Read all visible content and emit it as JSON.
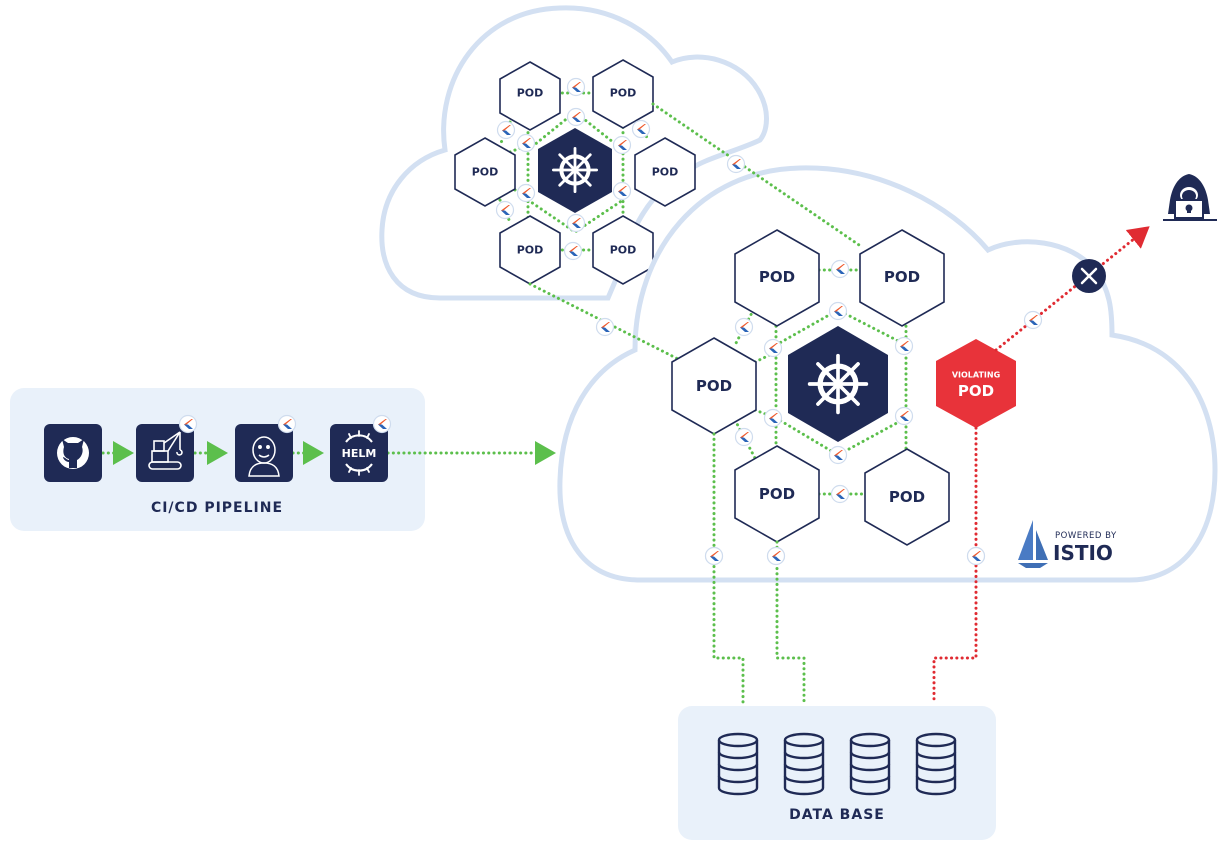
{
  "colors": {
    "navy": "#1f2a55",
    "cloud_outline": "#d3e0f2",
    "panel_bg": "#e9f1fa",
    "allowed_traffic": "#5cbf4c",
    "blocked_traffic": "#e02b32",
    "violating_pod": "#e8333a",
    "istio_blue": "#3f6fb5"
  },
  "pipeline": {
    "title": "CI/CD PIPELINE",
    "stages": [
      {
        "name": "GitHub",
        "icon": "github-icon",
        "has_sidecar_badge": false
      },
      {
        "name": "Build crane",
        "icon": "crane-icon",
        "has_sidecar_badge": true
      },
      {
        "name": "Jenkins",
        "icon": "jenkins-icon",
        "has_sidecar_badge": true
      },
      {
        "name": "Helm",
        "icon": "helm-icon",
        "label": "HELM",
        "has_sidecar_badge": true
      }
    ]
  },
  "clusters": {
    "back": {
      "master_icon": "kubernetes-wheel-icon",
      "pods": [
        "POD",
        "POD",
        "POD",
        "POD",
        "POD",
        "POD"
      ]
    },
    "front": {
      "master_icon": "kubernetes-wheel-icon",
      "pods": [
        "POD",
        "POD",
        "POD",
        "POD",
        "POD",
        "POD"
      ],
      "violating_pod": {
        "top_label": "VIOLATING",
        "label": "POD"
      }
    }
  },
  "istio": {
    "powered_by": "POWERED BY",
    "name": "ISTIO"
  },
  "attacker": {
    "icon": "hacker-icon"
  },
  "blocked": {
    "icon": "blocked-x-icon"
  },
  "database": {
    "title": "DATA BASE",
    "count": 4
  }
}
